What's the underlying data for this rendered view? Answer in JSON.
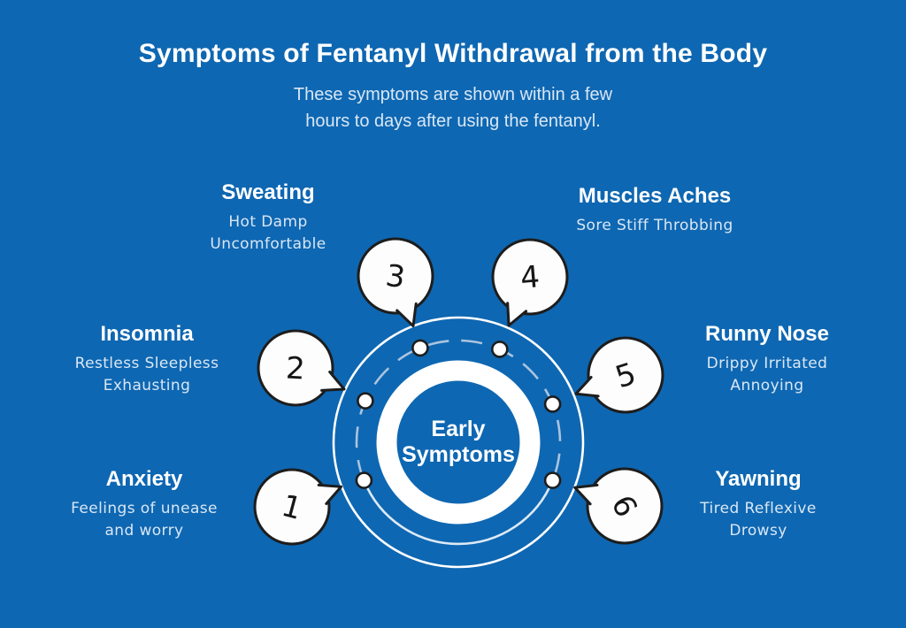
{
  "header": {
    "title": "Symptoms of Fentanyl Withdrawal from the Body",
    "subtitle": "These symptoms are shown within a few\nhours to days after using the fentanyl."
  },
  "center": {
    "label": "Early\nSymptoms"
  },
  "symptoms": [
    {
      "number": "1",
      "name": "Anxiety",
      "description": "Feelings of unease\nand worry"
    },
    {
      "number": "2",
      "name": "Insomnia",
      "description": "Restless Sleepless\nExhausting"
    },
    {
      "number": "3",
      "name": "Sweating",
      "description": "Hot Damp\nUncomfortable"
    },
    {
      "number": "4",
      "name": "Muscles Aches",
      "description": "Sore Stiff Throbbing"
    },
    {
      "number": "5",
      "name": "Runny Nose",
      "description": "Drippy Irritated\nAnnoying"
    },
    {
      "number": "6",
      "name": "Yawning",
      "description": "Tired Reflexive\nDrowsy"
    }
  ],
  "colors": {
    "bg": "#0e67b2",
    "txt": "#ffffff",
    "soft": "#d9e7f5",
    "bubble-fill": "#fdfdfd",
    "bubble-stroke": "#1d1d1d",
    "ring": "#ffffff",
    "dash": "#aac4df",
    "dash-solid": "#ddeaf6"
  }
}
